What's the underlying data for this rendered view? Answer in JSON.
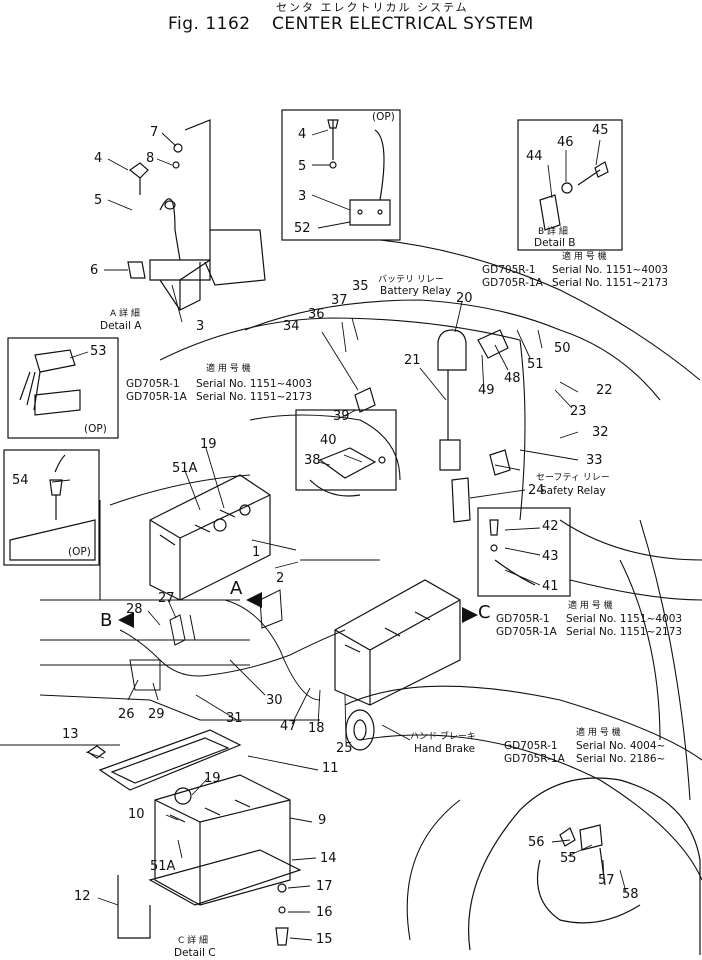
{
  "header": {
    "fig_label": "Fig. 1162",
    "title_en": "CENTER ELECTRICAL SYSTEM",
    "title_jp": "センタ エレクトリカル システム"
  },
  "details": {
    "a_jp": "A 詳 細",
    "a_en": "Detail A",
    "b_jp": "B 詳 細",
    "b_en": "Detail B",
    "c_jp": "C 詳 細",
    "c_en": "Detail C"
  },
  "callouts": {
    "op1": "(OP)",
    "op2": "(OP)",
    "op3": "(OP)",
    "battery_relay_jp": "バッテリ リレー",
    "battery_relay_en": "Battery Relay",
    "safety_relay_jp": "セーフティ リレー",
    "safety_relay_en": "Safety Relay",
    "hand_brake_jp": "ハンド ブレーキ",
    "hand_brake_en": "Hand Brake",
    "applicable_jp": "適 用 号 機"
  },
  "serials": {
    "b_model1": "GD705R-1",
    "b_model2": "GD705R-1A",
    "b_serial1": "Serial No. 1151~4003",
    "b_serial2": "Serial No. 1151~2173",
    "left_model1": "GD705R-1",
    "left_model2": "GD705R-1A",
    "left_serial1": "Serial No. 1151~4003",
    "left_serial2": "Serial No. 1151~2173",
    "c_model1": "GD705R-1",
    "c_model2": "GD705R-1A",
    "c_serial1": "Serial No. 1151~4003",
    "c_serial2": "Serial No. 1151~2173",
    "hb_model1": "GD705R-1",
    "hb_model2": "GD705R-1A",
    "hb_serial1": "Serial No. 4004~",
    "hb_serial2": "Serial No. 2186~"
  },
  "view_markers": {
    "a": "A",
    "b": "B",
    "c": "C"
  },
  "parts": {
    "p1": "1",
    "p2": "2",
    "p3a": "3",
    "p3b": "3",
    "p4a": "4",
    "p4b": "4",
    "p5a": "5",
    "p5b": "5",
    "p6": "6",
    "p7": "7",
    "p8": "8",
    "p9": "9",
    "p10": "10",
    "p11": "11",
    "p12": "12",
    "p13": "13",
    "p14": "14",
    "p15": "15",
    "p16": "16",
    "p17": "17",
    "p18": "18",
    "p19a": "19",
    "p19b": "19",
    "p20": "20",
    "p21": "21",
    "p22": "22",
    "p23": "23",
    "p24": "24",
    "p25": "25",
    "p26": "26",
    "p27": "27",
    "p28": "28",
    "p29": "29",
    "p30": "30",
    "p31": "31",
    "p32": "32",
    "p33": "33",
    "p34": "34",
    "p35": "35",
    "p36": "36",
    "p37": "37",
    "p38": "38",
    "p39": "39",
    "p40": "40",
    "p41": "41",
    "p42": "42",
    "p43": "43",
    "p44": "44",
    "p45": "45",
    "p46": "46",
    "p47": "47",
    "p48": "48",
    "p49": "49",
    "p50": "50",
    "p51": "51",
    "p51a1": "51A",
    "p51a2": "51A",
    "p52": "52",
    "p53": "53",
    "p54": "54",
    "p55": "55",
    "p56": "56",
    "p57": "57",
    "p58": "58"
  }
}
